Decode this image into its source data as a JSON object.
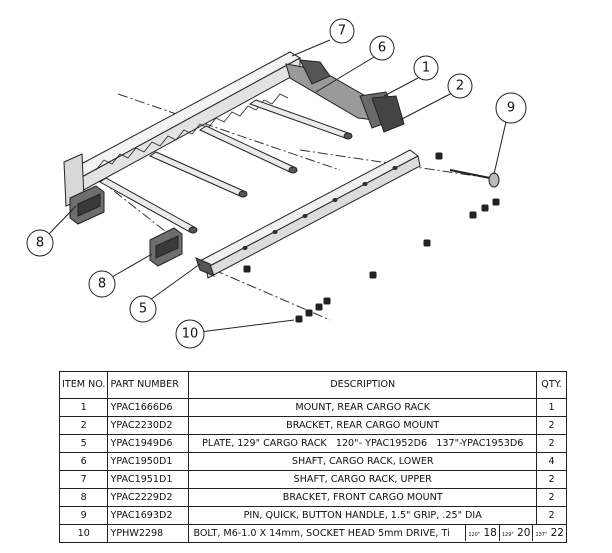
{
  "balloons": [
    {
      "id": "b7",
      "label": "7"
    },
    {
      "id": "b6",
      "label": "6"
    },
    {
      "id": "b1",
      "label": "1"
    },
    {
      "id": "b2",
      "label": "2"
    },
    {
      "id": "b9",
      "label": "9"
    },
    {
      "id": "b8a",
      "label": "8"
    },
    {
      "id": "b8b",
      "label": "8"
    },
    {
      "id": "b5",
      "label": "5"
    },
    {
      "id": "b10",
      "label": "10"
    }
  ],
  "bom": {
    "headers": {
      "item": "ITEM NO.",
      "part": "PART NUMBER",
      "desc": "DESCRIPTION",
      "qty": "QTY."
    },
    "rows": [
      {
        "item": "1",
        "part": "YPAC1666D6",
        "desc": "MOUNT, REAR CARGO RACK",
        "qty": "1"
      },
      {
        "item": "2",
        "part": "YPAC2230D2",
        "desc": "BRACKET, REAR CARGO MOUNT",
        "qty": "2"
      },
      {
        "item": "5",
        "part": "YPAC1949D6",
        "desc": "PLATE, 129\" CARGO RACK   120\"- YPAC1952D6   137\"-YPAC1953D6",
        "qty": "2"
      },
      {
        "item": "6",
        "part": "YPAC1950D1",
        "desc": "SHAFT, CARGO RACK, LOWER",
        "qty": "4"
      },
      {
        "item": "7",
        "part": "YPAC1951D1",
        "desc": "SHAFT, CARGO RACK, UPPER",
        "qty": "2"
      },
      {
        "item": "8",
        "part": "YPAC2229D2",
        "desc": "BRACKET, FRONT CARGO MOUNT",
        "qty": "2"
      },
      {
        "item": "9",
        "part": "YPAC1693D2",
        "desc": "PIN, QUICK, BUTTON HANDLE, 1.5\" GRIP, .25\" DIA",
        "qty": "2"
      }
    ],
    "last_row": {
      "item": "10",
      "part": "YPHW2298",
      "desc": "BOLT, M6-1.0 X 14mm, SOCKET HEAD 5mm DRIVE, Ti",
      "tiers": [
        {
          "label": "120\"",
          "qty": "18"
        },
        {
          "label": "129\"",
          "qty": "20"
        },
        {
          "label": "137\"",
          "qty": "22"
        }
      ]
    }
  }
}
